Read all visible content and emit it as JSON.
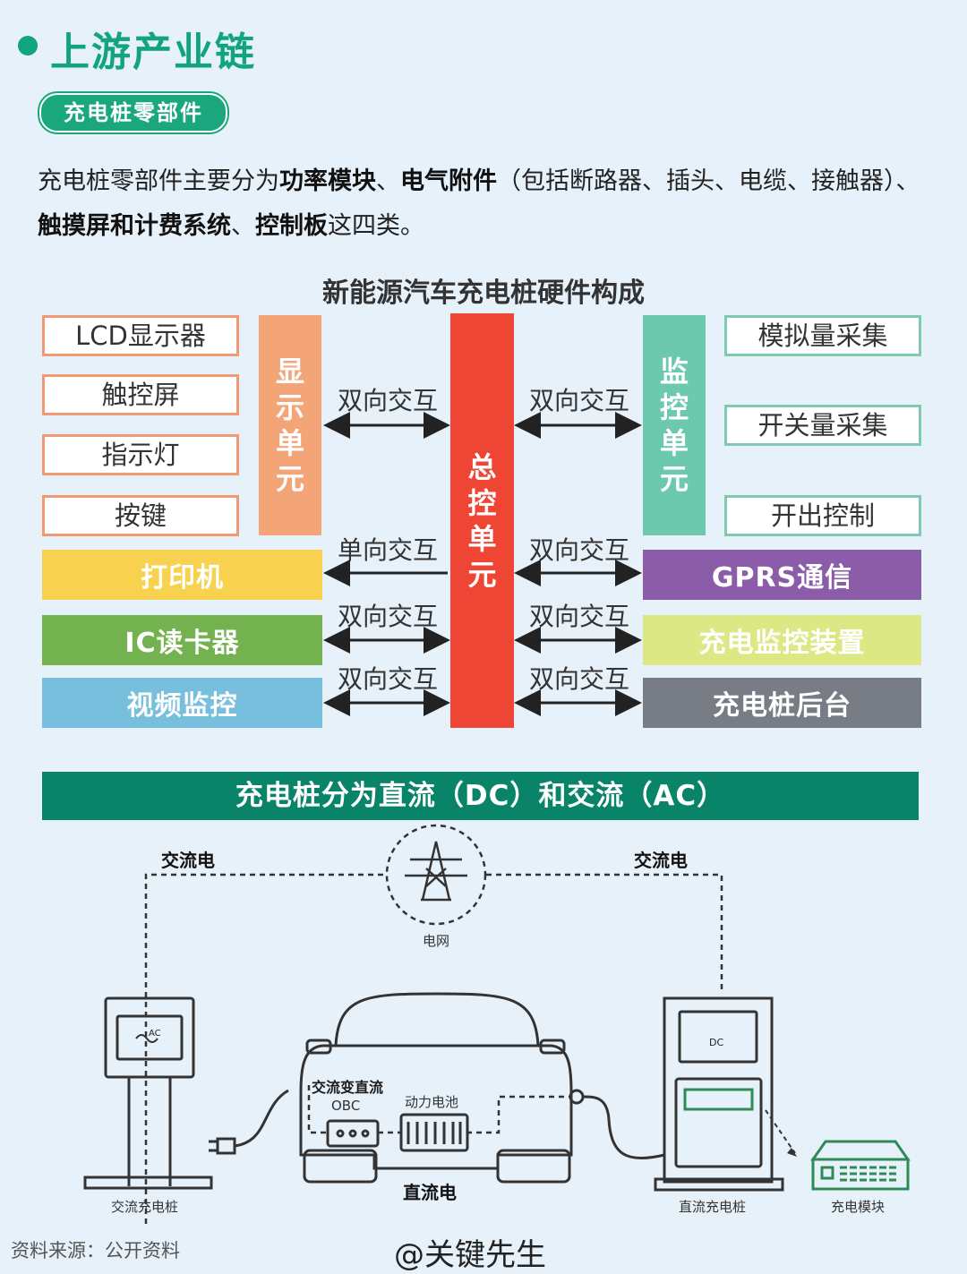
{
  "header": {
    "title": "上游产业链",
    "tag": "充电桩零部件"
  },
  "intro": {
    "p1": "充电桩零部件主要分为",
    "b1": "功率模块",
    "p2": "、",
    "b2": "电气附件",
    "p3": "（包括断路器、插头、电缆、接触器）、",
    "b3": "触摸屏和计费系统",
    "p4": "、",
    "b4": "控制板",
    "p5": "这四类。"
  },
  "diagram": {
    "title": "新能源汽车充电桩硬件构成",
    "left_items": [
      "LCD显示器",
      "触控屏",
      "指示灯",
      "按键"
    ],
    "display_unit": "显示单元",
    "control_unit": "总控单元",
    "monitor_unit": "监控单元",
    "right_items": [
      "模拟量采集",
      "开关量采集",
      "开出控制"
    ],
    "left_bars": [
      "打印机",
      "IC读卡器",
      "视频监控"
    ],
    "right_bars": [
      "GPRS通信",
      "充电监控装置",
      "充电桩后台"
    ],
    "labels": {
      "l_top": "双向交互",
      "r_top": "双向交互",
      "l1": "单向交互",
      "r1": "双向交互",
      "l2": "双向交互",
      "r2": "双向交互",
      "l3": "双向交互",
      "r3": "双向交互"
    },
    "colors": {
      "display": "#f3a577",
      "control": "#ef4535",
      "monitor": "#6cc9ad",
      "printer": "#f8d24e",
      "ic": "#74b14f",
      "video": "#78bfdd",
      "gprs": "#8b5ca8",
      "monitor_dev": "#dbe884",
      "backend": "#777c85"
    }
  },
  "banner": "充电桩分为直流（DC）和交流（AC）",
  "illustration": {
    "ac_left": "交流电",
    "ac_right": "交流电",
    "grid": "电网",
    "ac_dc": "交流变直流",
    "obc": "OBC",
    "battery": "动力电池",
    "dc_power": "直流电",
    "ac_pile": "交流充电桩",
    "dc_pile": "直流充电桩",
    "module": "充电模块",
    "ac_mark": "AC",
    "dc_mark": "DC"
  },
  "footer": {
    "source": "资料来源：公开资料",
    "author": "@关键先生"
  }
}
